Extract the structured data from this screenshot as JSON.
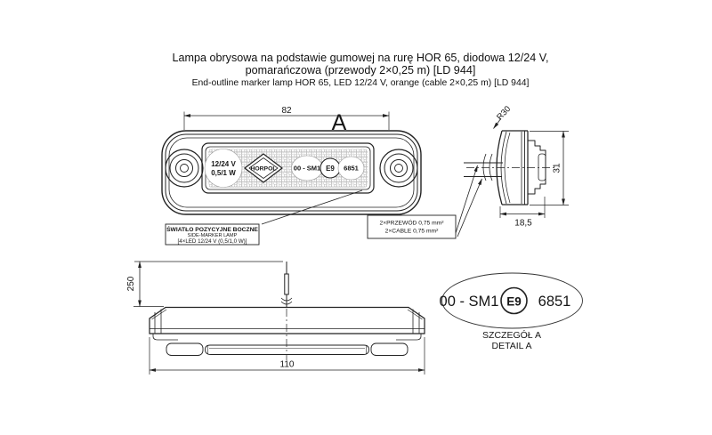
{
  "title": {
    "line1_pl": "Lampa obrysowa na podstawie gumowej na rurę HOR 65, diodowa 12/24 V,",
    "line2_pl": "pomarańczowa (przewody 2×0,25 m) [LD 944]",
    "line3_en": "End-outline marker lamp HOR 65, LED 12/24 V, orange (cable 2×0,25 m) [LD 944]"
  },
  "front_view": {
    "dim_width": "82",
    "detail_letter": "A",
    "lens_markings": {
      "voltage_line1": "12/24 V",
      "voltage_line2": "0,5/1 W",
      "brand": "HORPOL",
      "approval_left": "00 - SM1",
      "approval_e": "E9",
      "approval_right": "6851"
    }
  },
  "side_view": {
    "radius_label": "R30",
    "dim_height": "31",
    "dim_depth": "18,5"
  },
  "bottom_view": {
    "dim_cable_length": "250",
    "dim_body_length": "110"
  },
  "callouts": {
    "side_marker": {
      "line1": "ŚWIATŁO POZYCYJNE BOCZNE",
      "line2": "SIDE-MARKER LAMP",
      "line3": "[4×LED 12/24 V (0,5/1,0 W)]"
    },
    "cable": {
      "line1": "2×PRZEWÓD 0,75 mm²",
      "line2": "2×CABLE 0,75 mm²"
    }
  },
  "detail_a": {
    "code_left": "00 - SM1",
    "e_mark": "E9",
    "code_right": "6851",
    "caption_pl": "SZCZEGÓŁ A",
    "caption_en": "DETAIL A"
  },
  "colors": {
    "line": "#222222",
    "background": "#ffffff",
    "lens_texture": "#aeaeae"
  }
}
